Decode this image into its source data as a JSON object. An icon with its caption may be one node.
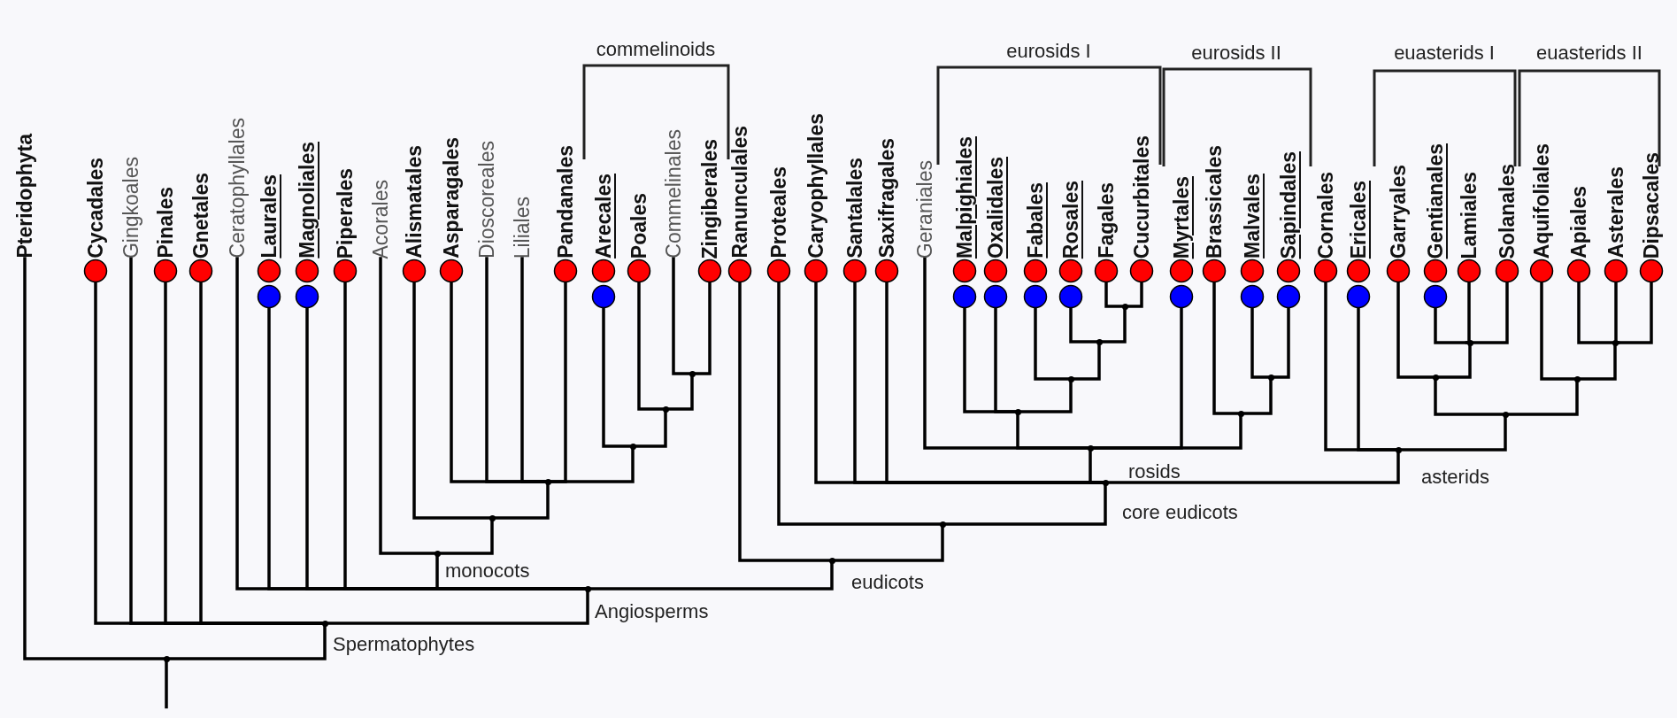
{
  "diagram": {
    "nodes": [
      {
        "text": [
          "Pteridophyta"
        ]
      },
      {
        "text": [
          "Cycadales"
        ]
      },
      {
        "text": [
          "Gingkoales"
        ]
      },
      {
        "text": [
          "Pinales"
        ]
      },
      {
        "text": [
          "Gnetales"
        ]
      },
      {
        "text": [
          "Ceratophyllales"
        ]
      },
      {
        "text": [
          "Laurales"
        ]
      },
      {
        "text": [
          "Magnoliales"
        ]
      },
      {
        "text": [
          "Piperales"
        ]
      },
      {
        "text": [
          "Acorales"
        ]
      },
      {
        "text": [
          "Alismatales"
        ]
      },
      {
        "text": [
          "Asparagales"
        ]
      },
      {
        "text": [
          "Dioscoreales"
        ]
      },
      {
        "text": [
          "Liliales"
        ]
      },
      {
        "text": [
          "Pandanales"
        ]
      },
      {
        "text": [
          "Arecales"
        ]
      },
      {
        "text": [
          "Poales"
        ]
      },
      {
        "text": [
          "Commelinales"
        ]
      },
      {
        "text": [
          "Zingiberales"
        ]
      },
      {
        "text": [
          "Ranunculales"
        ]
      },
      {
        "text": [
          "Proteales"
        ]
      },
      {
        "text": [
          "Caryophyllales"
        ]
      },
      {
        "text": [
          "Santalales"
        ]
      },
      {
        "text": [
          "Saxifragales"
        ]
      },
      {
        "text": [
          "Geraniales"
        ]
      },
      {
        "text": [
          "Malpighiales"
        ]
      },
      {
        "text": [
          "Oxalidales"
        ]
      },
      {
        "text": [
          "Fabales"
        ]
      },
      {
        "text": [
          "Rosales"
        ]
      },
      {
        "text": [
          "Fagales"
        ]
      },
      {
        "text": [
          "Cucurbitales"
        ]
      },
      {
        "text": [
          "Myrtales"
        ]
      },
      {
        "text": [
          "Brassicales"
        ]
      },
      {
        "text": [
          "Malvales"
        ]
      },
      {
        "text": [
          "Sapindales"
        ]
      },
      {
        "text": [
          "Cornales"
        ]
      },
      {
        "text": [
          "Ericales"
        ]
      },
      {
        "text": [
          "Garryales"
        ]
      },
      {
        "text": [
          "Gentianales"
        ]
      },
      {
        "text": [
          "Lamiales"
        ]
      },
      {
        "text": [
          "Solanales"
        ]
      },
      {
        "text": [
          "Aquifoliales"
        ]
      },
      {
        "text": [
          "Apiales"
        ]
      },
      {
        "text": [
          "Asterales"
        ]
      },
      {
        "text": [
          "Dipsacales"
        ]
      },
      {
        "text": [],
        "shape": "point"
      },
      {
        "text": [],
        "shape": "point",
        "beside": [
          "Spermatophytes"
        ]
      },
      {
        "text": [],
        "shape": "point",
        "beside": [
          "Angiosperms"
        ]
      },
      {
        "text": [],
        "shape": "point",
        "beside": [
          "monocots"
        ]
      },
      {
        "text": [],
        "shape": "point"
      },
      {
        "text": [],
        "shape": "point"
      },
      {
        "text": [],
        "shape": "point"
      },
      {
        "text": [],
        "shape": "point"
      },
      {
        "text": [],
        "shape": "point"
      },
      {
        "text": [],
        "shape": "point",
        "beside": [
          "eudicots"
        ]
      },
      {
        "text": [],
        "shape": "point"
      },
      {
        "text": [],
        "shape": "point",
        "beside": [
          "core eudicots"
        ]
      },
      {
        "text": [],
        "shape": "point"
      },
      {
        "text": [],
        "shape": "point"
      },
      {
        "text": [],
        "shape": "point"
      },
      {
        "text": [],
        "shape": "point"
      },
      {
        "text": [],
        "shape": "point"
      },
      {
        "text": [],
        "shape": "point"
      },
      {
        "text": [],
        "shape": "point"
      },
      {
        "text": [],
        "shape": "point",
        "beside": [
          "asterids"
        ]
      },
      {
        "text": [],
        "shape": "point"
      },
      {
        "text": [],
        "shape": "point"
      },
      {
        "text": [],
        "shape": "point"
      },
      {
        "text": [],
        "shape": "point"
      },
      {
        "text": [],
        "shape": "point"
      }
    ],
    "edges": [
      {
        "from": null,
        "to": 45,
        "arrow": "none"
      },
      {
        "from": 45,
        "to": 0,
        "arrow": "none"
      },
      {
        "from": 45,
        "to": 46,
        "arrow": "none"
      },
      {
        "from": 46,
        "to": 1,
        "arrow": "none"
      },
      {
        "from": 46,
        "to": 2,
        "arrow": "none"
      },
      {
        "from": 46,
        "to": 3,
        "arrow": "none"
      },
      {
        "from": 46,
        "to": 4,
        "arrow": "none"
      },
      {
        "from": 46,
        "to": 47,
        "arrow": "none"
      },
      {
        "from": 47,
        "to": 5,
        "arrow": "none"
      },
      {
        "from": 47,
        "to": 6,
        "arrow": "none"
      },
      {
        "from": 47,
        "to": 7,
        "arrow": "none"
      },
      {
        "from": 47,
        "to": 8,
        "arrow": "none"
      },
      {
        "from": 47,
        "to": 48,
        "arrow": "none"
      },
      {
        "from": 47,
        "to": 54,
        "arrow": "none"
      },
      {
        "from": 48,
        "to": 9,
        "arrow": "none"
      },
      {
        "from": 48,
        "to": 49,
        "arrow": "none"
      },
      {
        "from": 49,
        "to": 10,
        "arrow": "none"
      },
      {
        "from": 49,
        "to": 50,
        "arrow": "none"
      },
      {
        "from": 50,
        "to": 11,
        "arrow": "none"
      },
      {
        "from": 50,
        "to": 12,
        "arrow": "none"
      },
      {
        "from": 50,
        "to": 13,
        "arrow": "none"
      },
      {
        "from": 50,
        "to": 14,
        "arrow": "none"
      },
      {
        "from": 50,
        "to": 51,
        "arrow": "none"
      },
      {
        "from": 51,
        "to": 15,
        "arrow": "none"
      },
      {
        "from": 51,
        "to": 52,
        "arrow": "none"
      },
      {
        "from": 52,
        "to": 16,
        "arrow": "none"
      },
      {
        "from": 52,
        "to": 53,
        "arrow": "none"
      },
      {
        "from": 53,
        "to": 17,
        "arrow": "none"
      },
      {
        "from": 53,
        "to": 18,
        "arrow": "none"
      },
      {
        "from": 54,
        "to": 19,
        "arrow": "none"
      },
      {
        "from": 54,
        "to": 55,
        "arrow": "none"
      },
      {
        "from": 55,
        "to": 20,
        "arrow": "none"
      },
      {
        "from": 55,
        "to": 56,
        "arrow": "none"
      },
      {
        "from": 56,
        "to": 21,
        "arrow": "none"
      },
      {
        "from": 56,
        "to": 22,
        "arrow": "none"
      },
      {
        "from": 56,
        "to": 23,
        "arrow": "none"
      },
      {
        "from": 56,
        "to": 57,
        "arrow": "none"
      },
      {
        "from": 56,
        "to": 64,
        "arrow": "none"
      },
      {
        "from": 57,
        "to": 24,
        "arrow": "none"
      },
      {
        "from": 57,
        "to": 58,
        "arrow": "none"
      },
      {
        "from": 57,
        "to": 31,
        "arrow": "none"
      },
      {
        "from": 57,
        "to": 62,
        "arrow": "none"
      },
      {
        "from": 58,
        "to": 25,
        "arrow": "none"
      },
      {
        "from": 58,
        "to": 26,
        "arrow": "none"
      },
      {
        "from": 58,
        "to": 59,
        "arrow": "none"
      },
      {
        "from": 59,
        "to": 27,
        "arrow": "none"
      },
      {
        "from": 59,
        "to": 60,
        "arrow": "none"
      },
      {
        "from": 60,
        "to": 28,
        "arrow": "none"
      },
      {
        "from": 60,
        "to": 61,
        "arrow": "none"
      },
      {
        "from": 61,
        "to": 29,
        "arrow": "none"
      },
      {
        "from": 61,
        "to": 30,
        "arrow": "none"
      },
      {
        "from": 62,
        "to": 32,
        "arrow": "none"
      },
      {
        "from": 62,
        "to": 63,
        "arrow": "none"
      },
      {
        "from": 63,
        "to": 33,
        "arrow": "none"
      },
      {
        "from": 63,
        "to": 34,
        "arrow": "none"
      },
      {
        "from": 64,
        "to": 35,
        "arrow": "none"
      },
      {
        "from": 64,
        "to": 36,
        "arrow": "none"
      },
      {
        "from": 64,
        "to": 65,
        "arrow": "none"
      },
      {
        "from": 65,
        "to": 66,
        "arrow": "none"
      },
      {
        "from": 65,
        "to": 68,
        "arrow": "none"
      },
      {
        "from": 66,
        "to": 37,
        "arrow": "none"
      },
      {
        "from": 66,
        "to": 67,
        "arrow": "none"
      },
      {
        "from": 67,
        "to": 38,
        "arrow": "none"
      },
      {
        "from": 67,
        "to": 39,
        "arrow": "none"
      },
      {
        "from": 67,
        "to": 40,
        "arrow": "none"
      },
      {
        "from": 68,
        "to": 41,
        "arrow": "none"
      },
      {
        "from": 68,
        "to": 69,
        "arrow": "none"
      },
      {
        "from": 69,
        "to": 42,
        "arrow": "none"
      },
      {
        "from": 69,
        "to": 43,
        "arrow": "none"
      },
      {
        "from": 69,
        "to": 44,
        "arrow": "none"
      }
    ],
    "labels": [
      "commelinoids",
      "eurosids I",
      "eurosids II",
      "euasterids I",
      "euasterids II",
      "rosids"
    ]
  }
}
